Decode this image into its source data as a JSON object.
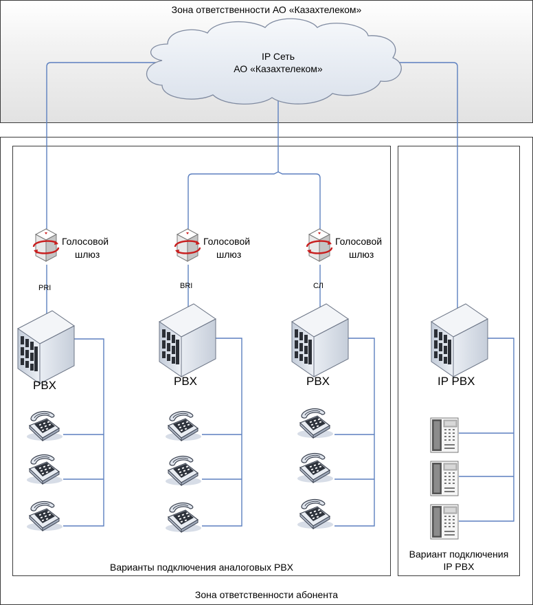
{
  "zones": {
    "operator": "Зона ответственности АО «Казахтелеком»",
    "subscriber": "Зона ответственности абонента"
  },
  "cloud": {
    "line1": "IP Сеть",
    "line2": "АО «Казахтелеком»"
  },
  "gateways": [
    {
      "line1": "Голосовой",
      "line2": "шлюз",
      "port": "PRI"
    },
    {
      "line1": "Голосовой",
      "line2": "шлюз",
      "port": "BRI"
    },
    {
      "line1": "Голосовой",
      "line2": "шлюз",
      "port": "СЛ"
    }
  ],
  "pbx": [
    {
      "label": "PBX"
    },
    {
      "label": "PBX"
    },
    {
      "label": "PBX"
    },
    {
      "label": "IP PBX"
    }
  ],
  "groups": {
    "analog": "Варианты подключения аналоговых PBX",
    "ip_line1": "Вариант подключения",
    "ip_line2": "IP PBX"
  },
  "colors": {
    "link": "#5b7fbf",
    "frame": "#3a3a3a",
    "band_top": "#f2f2f2",
    "band_bottom": "#e3e3e3",
    "cloud_fill": "#e4eaf3",
    "cloud_stroke": "#7f8aa0"
  },
  "icons": {
    "cloud": "cloud-icon",
    "gateway": "voice-gateway-icon",
    "pbx": "pbx-server-icon",
    "phone": "analog-phone-icon",
    "ip_phone": "ip-phone-icon"
  }
}
